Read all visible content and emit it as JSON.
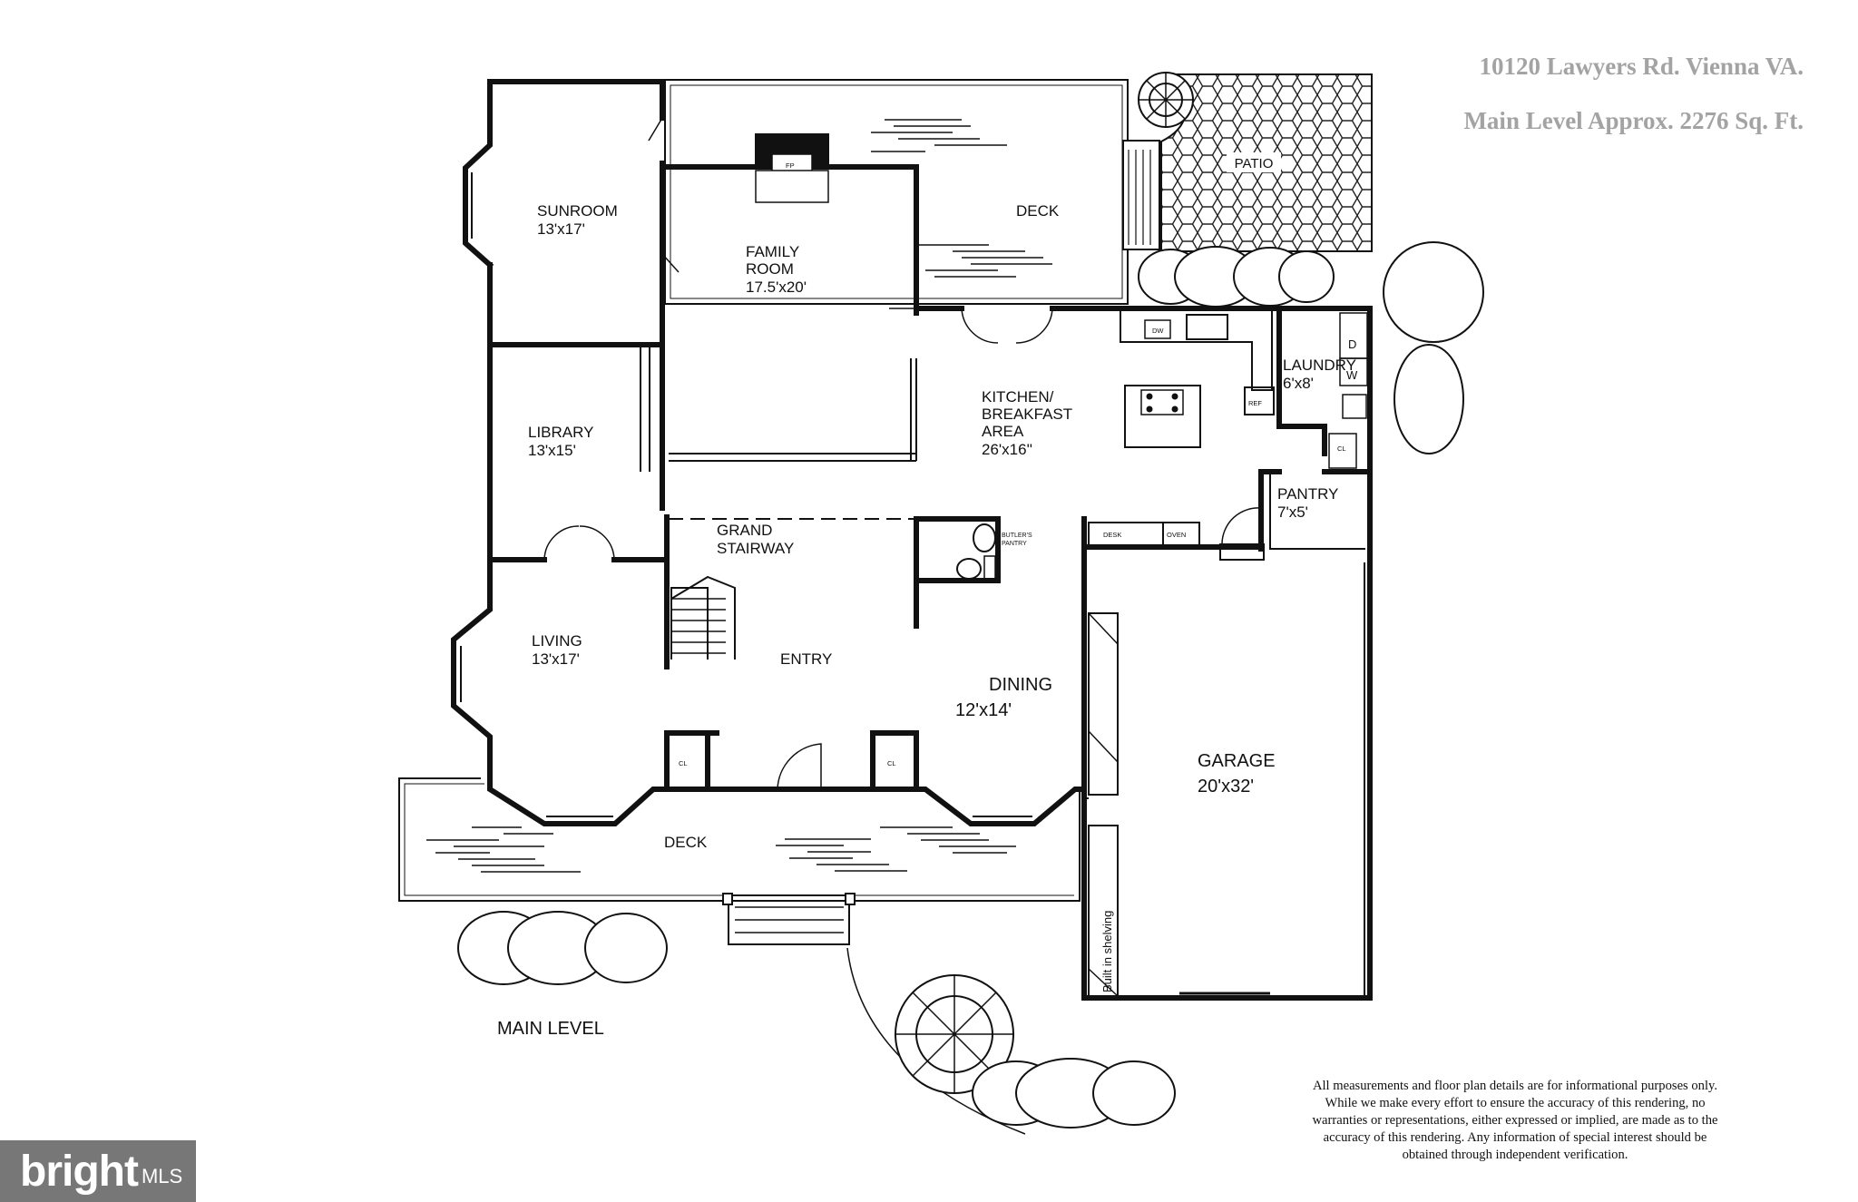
{
  "header": {
    "address": "10120 Lawyers Rd. Vienna VA.",
    "area": "Main Level Approx. 2276 Sq. Ft."
  },
  "rooms": {
    "sunroom": {
      "name": "SUNROOM",
      "size": "13'x17'"
    },
    "family": {
      "name1": "FAMILY",
      "name2": "ROOM",
      "size": "17.5'x20'"
    },
    "deck_top": {
      "name": "DECK"
    },
    "patio": {
      "name": "PATIO"
    },
    "library": {
      "name": "LIBRARY",
      "size": "13'x15'"
    },
    "kitchen": {
      "name1": "KITCHEN/",
      "name2": "BREAKFAST",
      "name3": "AREA",
      "size": "26'x16''"
    },
    "laundry": {
      "name": "LAUNDRY",
      "size": "6'x8'"
    },
    "pantry": {
      "name": "PANTRY",
      "size": "7'x5'"
    },
    "stair": {
      "name1": "GRAND",
      "name2": "STAIRWAY"
    },
    "living": {
      "name": "LIVING",
      "size": "13'x17'"
    },
    "entry": {
      "name": "ENTRY"
    },
    "dining": {
      "name": "DINING",
      "size": "12'x14'"
    },
    "garage": {
      "name": "GARAGE",
      "size": "20'x32'"
    },
    "deck_bottom": {
      "name": "DECK"
    }
  },
  "fixtures": {
    "fp": "FP",
    "dw": "DW",
    "ref": "REF",
    "desk": "DESK",
    "oven": "OVEN",
    "cl": "CL",
    "dryer": "D",
    "washer": "W",
    "butler1": "BUTLER'S",
    "butler2": "PANTRY",
    "shelving": "Built in shelving"
  },
  "level_label": "MAIN LEVEL",
  "disclaimer": "All measurements and floor plan details are for informational purposes only. While we make every effort to ensure the accuracy of this rendering, no warranties or representations, either expressed or implied, are made as to the accuracy of this rendering. Any information of special interest should be obtained through independent verification.",
  "badge": {
    "brand": "bright",
    "suffix": "MLS"
  }
}
